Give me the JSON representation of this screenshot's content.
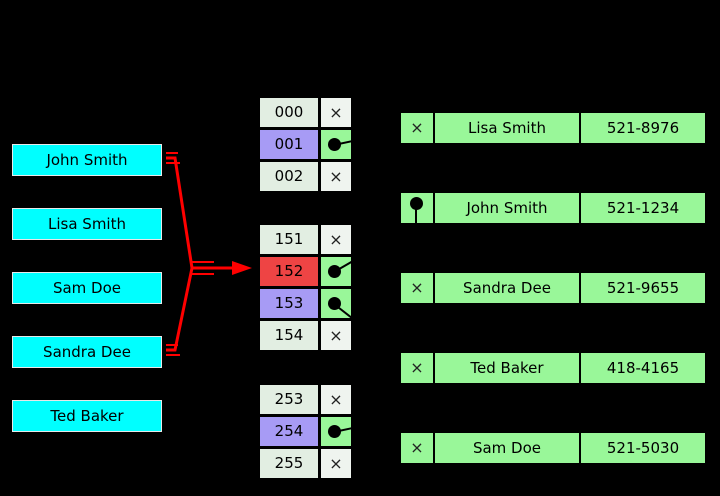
{
  "diagram": {
    "title": "hash-table-with-chaining",
    "background": "#000000",
    "colors": {
      "key_box": "#00ffff",
      "bucket_empty": "#e2eee2",
      "bucket_blue": "#a79bf5",
      "bucket_red": "#ee4444",
      "pointer_filled": "#99f799",
      "pointer_empty": "#eff4ef",
      "entry": "#99f799",
      "connector": "#ff0000",
      "text": "#000000"
    }
  },
  "keys": [
    {
      "label": "John Smith",
      "name": "key-john-smith"
    },
    {
      "label": "Lisa Smith",
      "name": "key-lisa-smith"
    },
    {
      "label": "Sam Doe",
      "name": "key-sam-doe"
    },
    {
      "label": "Sandra Dee",
      "name": "key-sandra-dee"
    },
    {
      "label": "Ted Baker",
      "name": "key-ted-baker"
    }
  ],
  "buckets": {
    "groups": [
      {
        "name": "bucket-group-top",
        "rows": [
          {
            "index": "000",
            "state": "empty",
            "pointer": "null",
            "marker": "×"
          },
          {
            "index": "001",
            "state": "blue",
            "pointer": "filled",
            "marker": "",
            "line": "flatup"
          },
          {
            "index": "002",
            "state": "empty",
            "pointer": "null",
            "marker": "×"
          }
        ]
      },
      {
        "name": "bucket-group-middle",
        "rows": [
          {
            "index": "151",
            "state": "empty",
            "pointer": "null",
            "marker": "×"
          },
          {
            "index": "152",
            "state": "red",
            "pointer": "filled",
            "marker": "",
            "line": "up"
          },
          {
            "index": "153",
            "state": "blue",
            "pointer": "filled",
            "marker": "",
            "line": "down"
          },
          {
            "index": "154",
            "state": "empty",
            "pointer": "null",
            "marker": "×"
          }
        ]
      },
      {
        "name": "bucket-group-bottom",
        "rows": [
          {
            "index": "253",
            "state": "empty",
            "pointer": "null",
            "marker": "×"
          },
          {
            "index": "254",
            "state": "blue",
            "pointer": "filled",
            "marker": "",
            "line": "flatup"
          },
          {
            "index": "255",
            "state": "empty",
            "pointer": "null",
            "marker": "×"
          }
        ]
      }
    ]
  },
  "entries": [
    {
      "name": "entry-lisa-smith",
      "next": "×",
      "has_pointer": false,
      "person": "Lisa Smith",
      "phone": "521-8976"
    },
    {
      "name": "entry-john-smith",
      "next": "",
      "has_pointer": true,
      "person": "John Smith",
      "phone": "521-1234"
    },
    {
      "name": "entry-sandra-dee",
      "next": "×",
      "has_pointer": false,
      "person": "Sandra Dee",
      "phone": "521-9655"
    },
    {
      "name": "entry-ted-baker",
      "next": "×",
      "has_pointer": false,
      "person": "Ted Baker",
      "phone": "418-4165"
    },
    {
      "name": "entry-sam-doe",
      "next": "×",
      "has_pointer": false,
      "person": "Sam Doe",
      "phone": "521-5030"
    }
  ],
  "connectors": [
    {
      "name": "connector-john-smith-to-152",
      "from": "John Smith",
      "to": "152"
    },
    {
      "name": "connector-sandra-dee-to-152",
      "from": "Sandra Dee",
      "to": "152"
    }
  ]
}
